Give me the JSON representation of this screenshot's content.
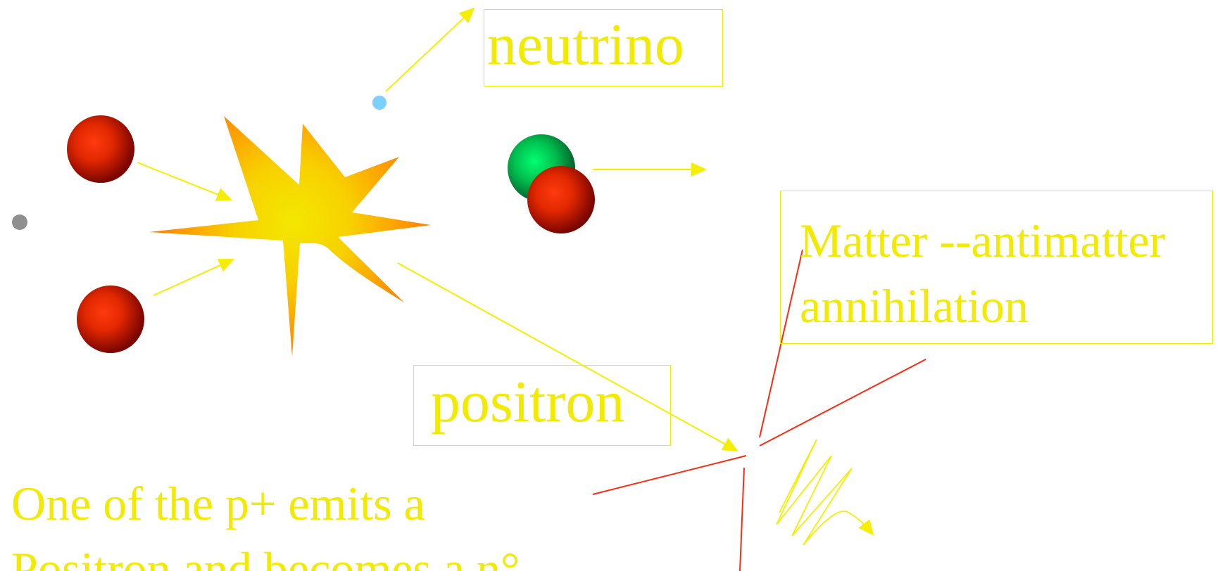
{
  "labels": {
    "neutrino": "neutrino",
    "positron": "positron",
    "annihilation": [
      "Matter --antimatter",
      "annihilation"
    ]
  },
  "caption": [
    "One of the p+ emits a",
    "Positron and becomes a n°"
  ],
  "colors": {
    "label_text": "#f2ea00",
    "arrow": "#f5ee00",
    "gamma_ray": "#ff2a10",
    "proton": "#e02a00",
    "neutron": "#00c050",
    "neutrino_particle": "#7ccfff",
    "electron": "#8f8f8f",
    "burst": "#ff8a00"
  },
  "icons": {
    "burst": "explosion-star",
    "gamma": "wavy-photon-arrow"
  }
}
